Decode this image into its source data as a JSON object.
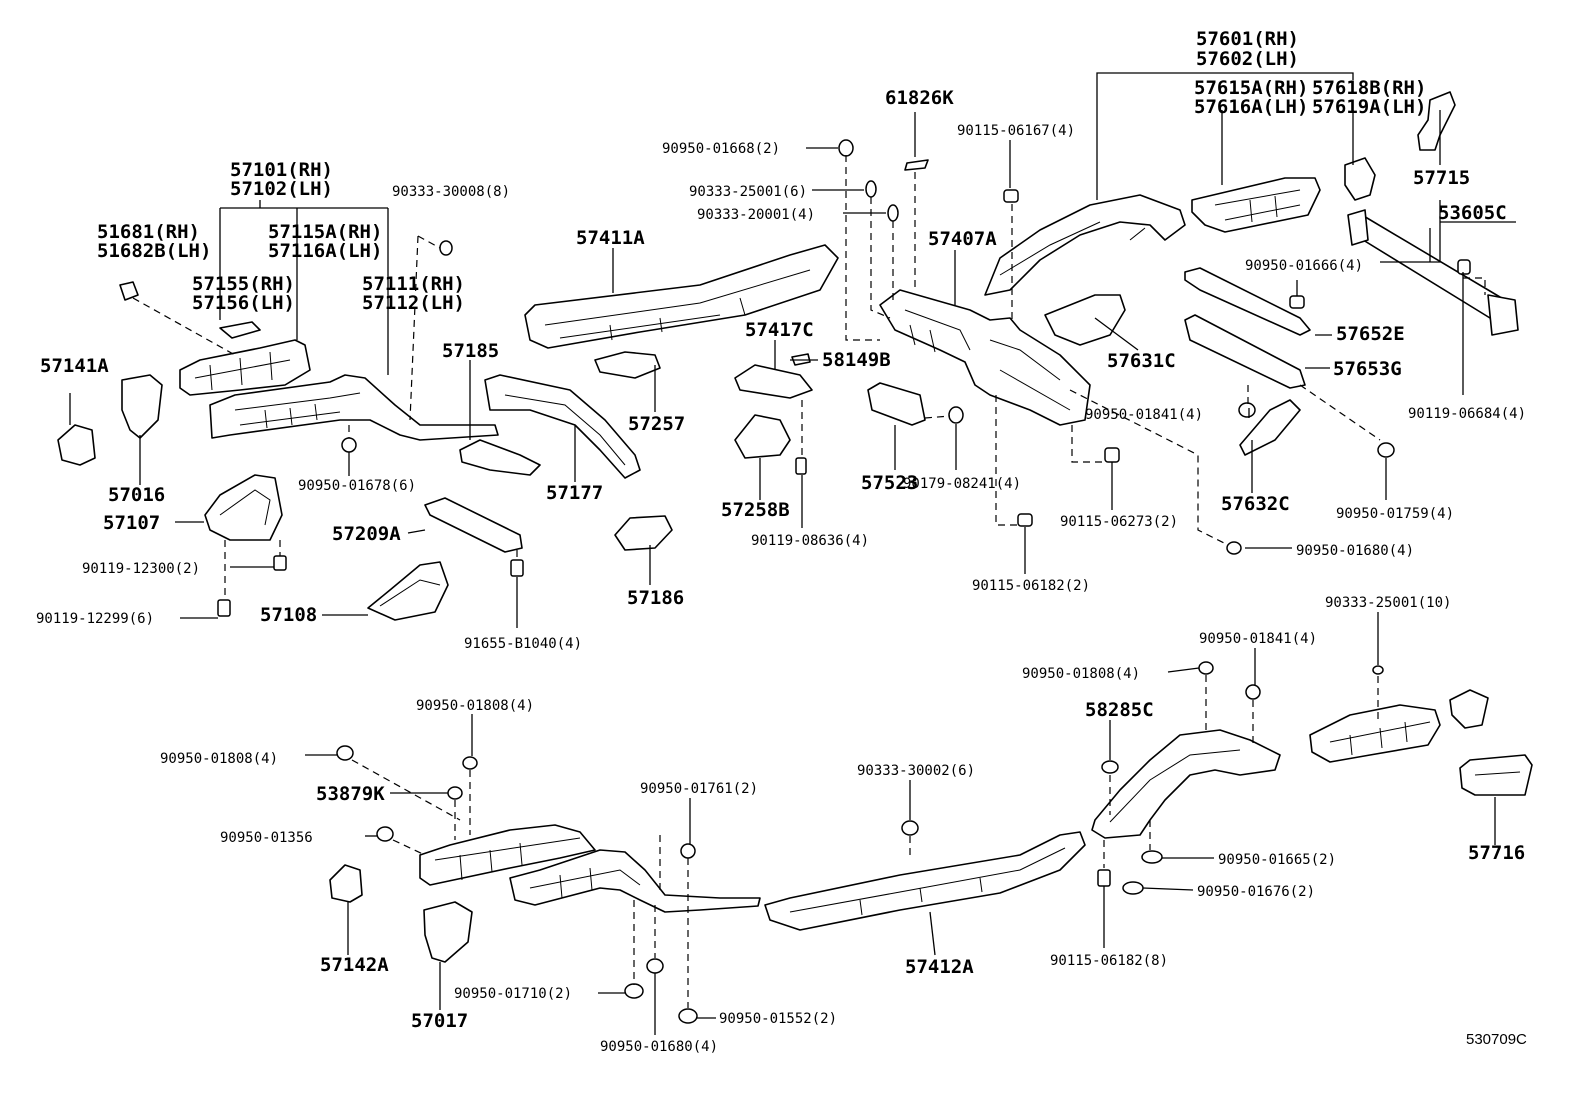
{
  "labels": {
    "p57601": "57601(RH)",
    "p57602": "57602(LH)",
    "p57615A": "57615A(RH)",
    "p57616A": "57616A(LH)",
    "p57618B": "57618B(RH)",
    "p57619A": "57619A(LH)",
    "p57715": "57715",
    "p53605C": "53605C",
    "p61826K": "61826K",
    "f90115_06167": "90115-06167(4)",
    "f90950_01668": "90950-01668(2)",
    "f90333_25001_6": "90333-25001(6)",
    "f90333_20001": "90333-20001(4)",
    "p57411A": "57411A",
    "p57407A": "57407A",
    "f90950_01666": "90950-01666(4)",
    "p57652E": "57652E",
    "p57101": "57101(RH)",
    "p57102": "57102(LH)",
    "f90333_30008": "90333-30008(8)",
    "p51681": "51681(RH)",
    "p51682B": "51682B(LH)",
    "p57115A": "57115A(RH)",
    "p57116A": "57116A(LH)",
    "p57155": "57155(RH)",
    "p57156": "57156(LH)",
    "p57111": "57111(RH)",
    "p57112": "57112(LH)",
    "p57185": "57185",
    "p57417C": "57417C",
    "p58149B": "58149B",
    "p57631C": "57631C",
    "p57653G": "57653G",
    "f90119_06684": "90119-06684(4)",
    "p57141A": "57141A",
    "p57257": "57257",
    "f90950_01841_4a": "90950-01841(4)",
    "p57523": "57523",
    "p57016": "57016",
    "p57177": "57177",
    "f90179_08241": "90179-08241(4)",
    "f90950_01678": "90950-01678(6)",
    "p57107": "57107",
    "p57258B": "57258B",
    "p57632C": "57632C",
    "p57209A": "57209A",
    "f90119_08636": "90119-08636(4)",
    "f90115_06273": "90115-06273(2)",
    "f90950_01759": "90950-01759(4)",
    "f90119_12300": "90119-12300(2)",
    "f90950_01680_4a": "90950-01680(4)",
    "f90115_06182_2": "90115-06182(2)",
    "p57186": "57186",
    "p57108": "57108",
    "f90119_12299": "90119-12299(6)",
    "f91655_B1040": "91655-B1040(4)",
    "f90333_25001_10": "90333-25001(10)",
    "f90950_01841_4b": "90950-01841(4)",
    "f90950_01808_4a": "90950-01808(4)",
    "f90950_01808_4b": "90950-01808(4)",
    "f90950_01808_4c": "90950-01808(4)",
    "p58285C": "58285C",
    "f90333_30002": "90333-30002(6)",
    "p53879K": "53879K",
    "f90950_01761": "90950-01761(2)",
    "f90950_01356": "90950-01356",
    "f90950_01665": "90950-01665(2)",
    "p57716": "57716",
    "f90950_01676": "90950-01676(2)",
    "p57142A": "57142A",
    "p57412A": "57412A",
    "f90115_06182_8": "90115-06182(8)",
    "f90950_01710": "90950-01710(2)",
    "p57017": "57017",
    "f90950_01552": "90950-01552(2)",
    "f90950_01680_4b": "90950-01680(4)",
    "diagram_code": "530709C"
  }
}
